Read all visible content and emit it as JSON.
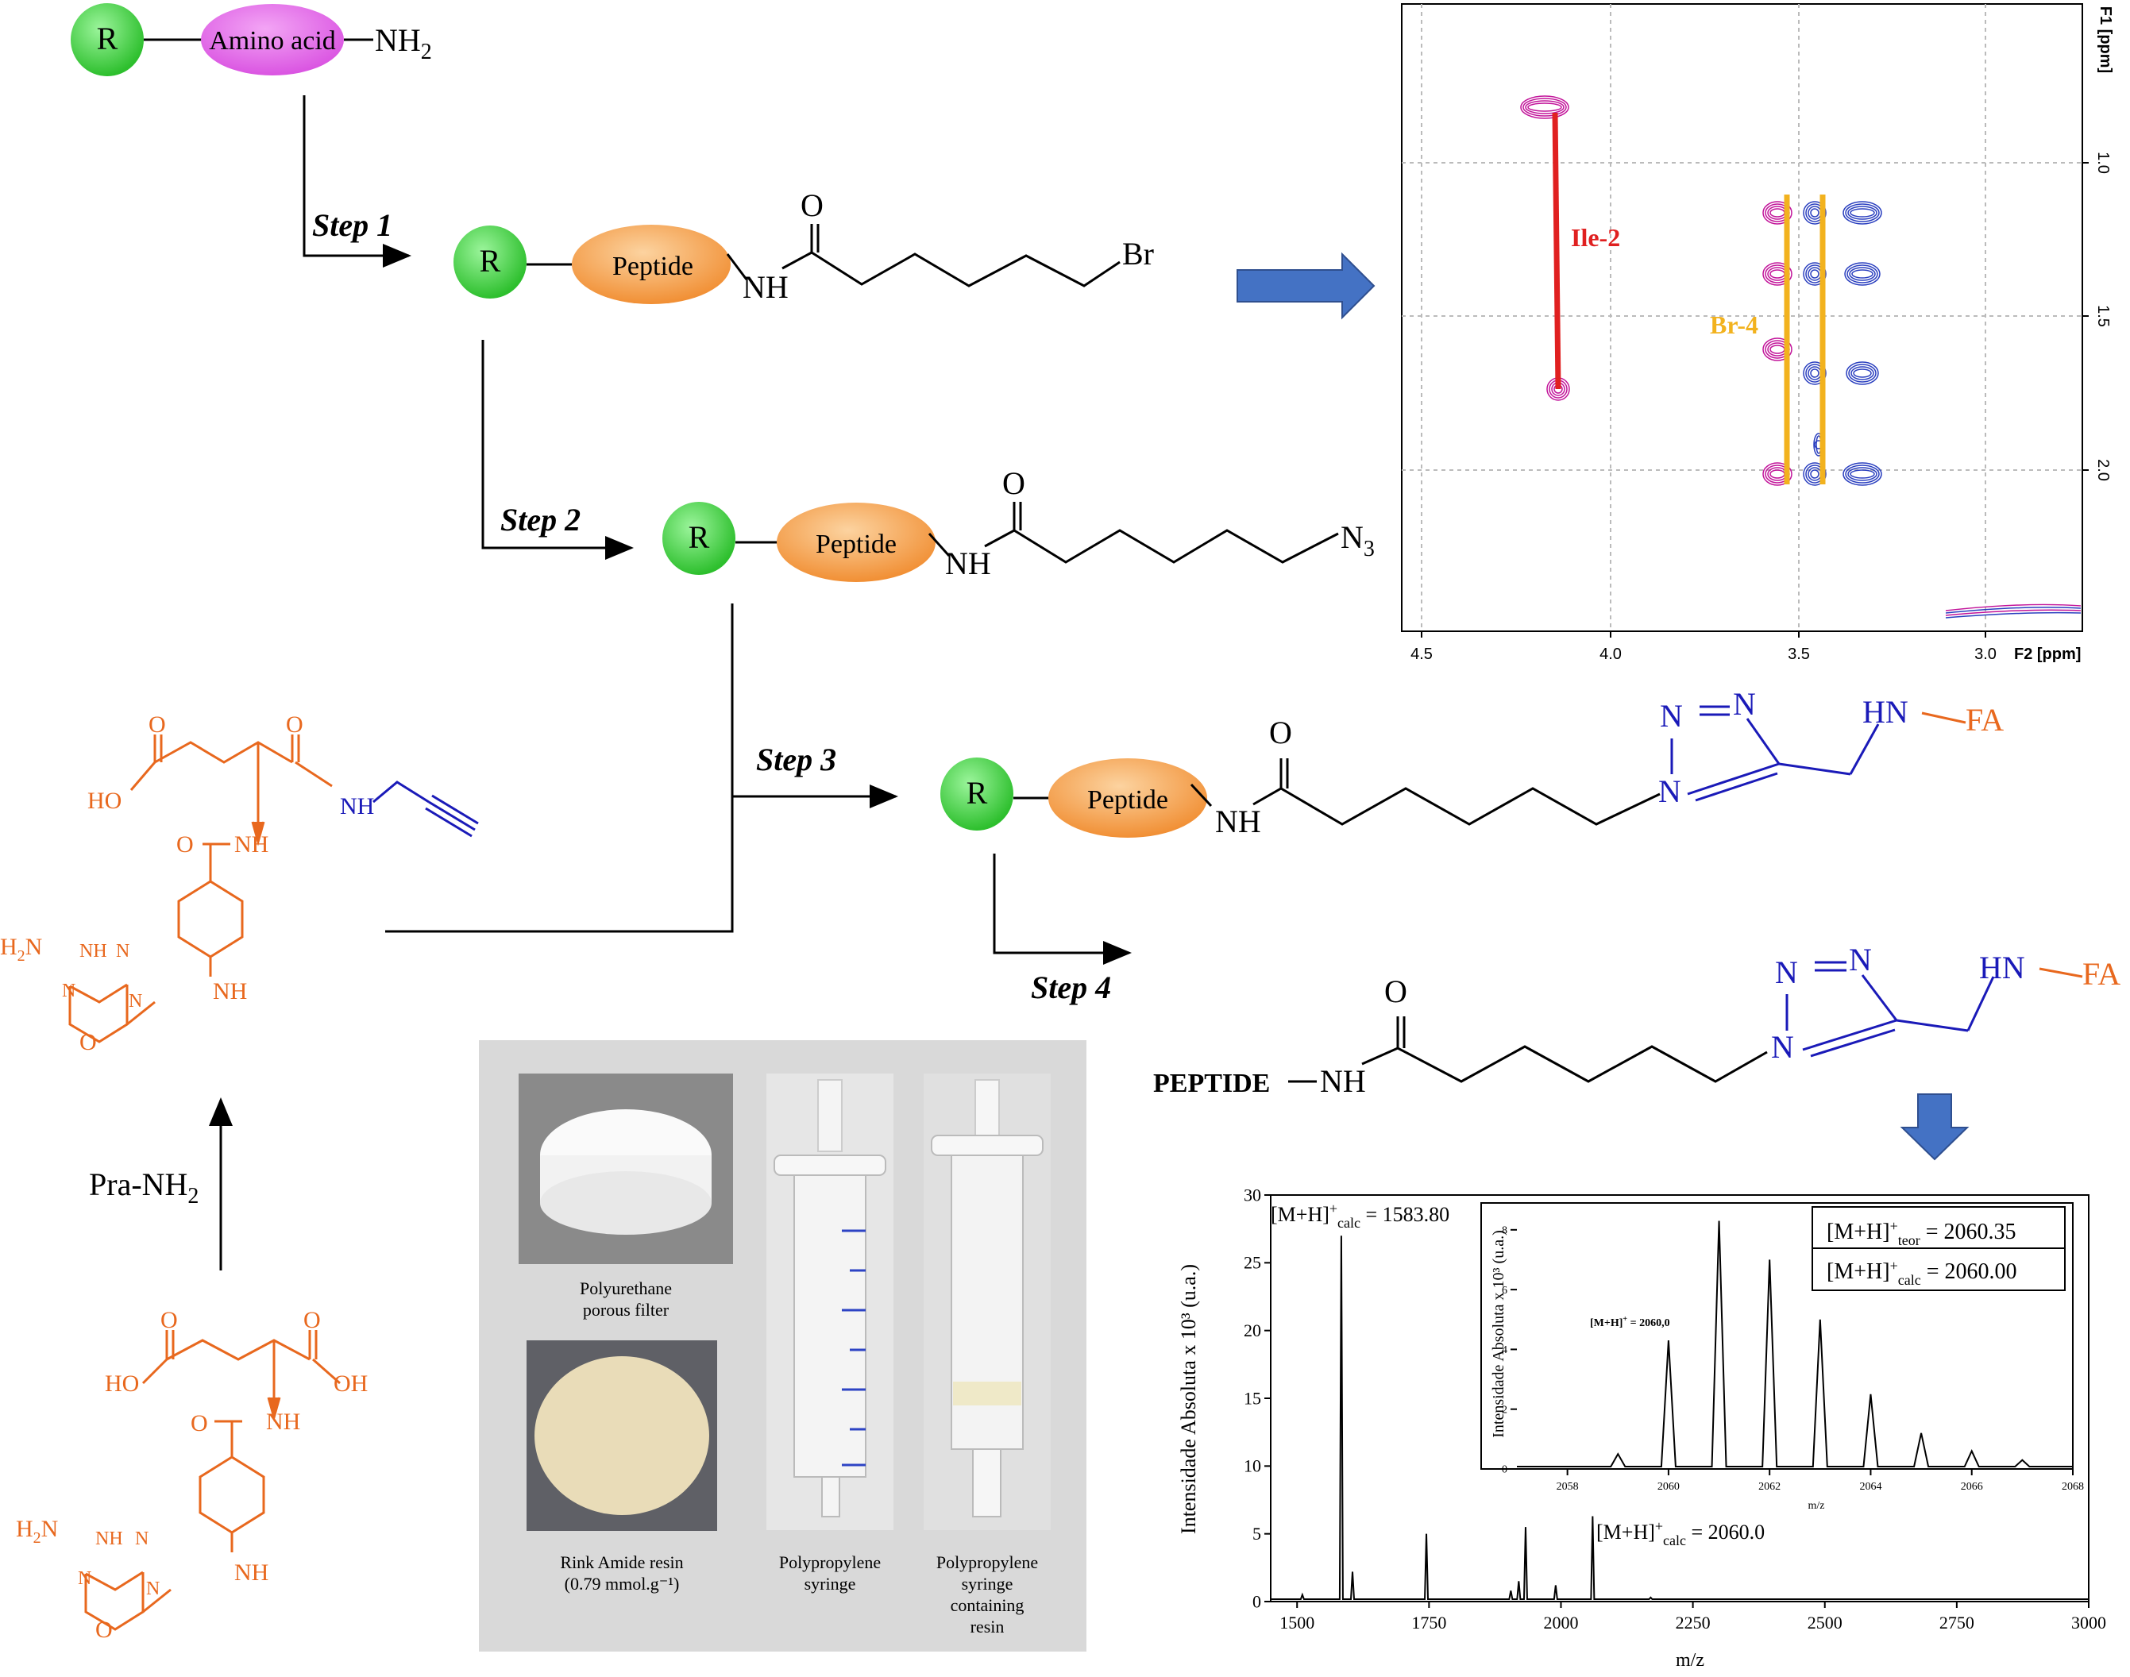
{
  "scheme": {
    "start": {
      "r": "R",
      "amino_acid": "Amino acid",
      "nh2": "NH",
      "nh2_sub": "2"
    },
    "steps": [
      "Step 1",
      "Step 2",
      "Step 3",
      "Step 4"
    ],
    "r_label": "R",
    "peptide_label": "Peptide",
    "o_label": "O",
    "nh_label": "NH",
    "br_label": "Br",
    "n3_label": "N",
    "n3_sub": "3",
    "n_label": "N",
    "hn_label": "HN",
    "fa_label": "FA",
    "final_peptide": "PEPTIDE",
    "pra": "Pra-NH",
    "pra_sub": "2"
  },
  "reagents": {
    "ho": "HO",
    "oh": "OH",
    "h2n": "H",
    "h2n_tail": "N",
    "h2n_sub": "2",
    "nh": "NH",
    "n": "N",
    "o": "O"
  },
  "nmr": {
    "f1_axis": "F1 [ppm]",
    "f2_axis": "F2 [ppm]",
    "x_ticks": [
      "4.5",
      "4.0",
      "3.5",
      "3.0"
    ],
    "y_ticks": [
      "1.0",
      "1.5",
      "2.0"
    ],
    "ile_label": "Ile-2",
    "br_label": "Br-4",
    "colors": {
      "ile": "#e02020",
      "br": "#f2b21e",
      "pos": "#2a3fbf",
      "neg": "#c2149a"
    }
  },
  "photos": {
    "filter": "Polyurethane\nporous filter",
    "resin": "Rink Amide resin\n(0.79 mmol.g⁻¹)",
    "syringe": "Polypropylene\nsyringe",
    "syringe_resin": "Polypropylene\nsyringe\ncontaining\nresin"
  },
  "chart_data": [
    {
      "type": "line",
      "xlabel": "m/z",
      "ylabel": "Intensidade Absoluta x 10³ (u.a.)",
      "xlim": [
        1450,
        3000
      ],
      "ylim": [
        0,
        30
      ],
      "x_ticks": [
        1500,
        1750,
        2000,
        2250,
        2500,
        2750,
        3000
      ],
      "y_ticks": [
        0,
        5,
        10,
        15,
        20,
        25,
        30
      ],
      "annotations": [
        "[M+H]⁺calc = 1583.80",
        "[M+H]⁺calc = 2060.0"
      ],
      "peaks": [
        {
          "x": 1510,
          "y": 0.5
        },
        {
          "x": 1583.8,
          "y": 27.0
        },
        {
          "x": 1605,
          "y": 2.2
        },
        {
          "x": 1745,
          "y": 5.0
        },
        {
          "x": 1905,
          "y": 0.8
        },
        {
          "x": 1920,
          "y": 1.5
        },
        {
          "x": 1933,
          "y": 5.5
        },
        {
          "x": 1990,
          "y": 1.2
        },
        {
          "x": 2060,
          "y": 6.3
        },
        {
          "x": 2170,
          "y": 0.3
        }
      ]
    },
    {
      "type": "line",
      "xlabel": "m/z",
      "ylabel": "Intensidade Absoluta x 10³ (u.a.)",
      "xlim": [
        2057,
        2068
      ],
      "ylim": [
        0,
        8.5
      ],
      "x_ticks": [
        2058,
        2060,
        2062,
        2064,
        2066,
        2068
      ],
      "y_ticks": [
        0,
        2,
        4,
        6,
        8
      ],
      "annotations": [
        "[M+H]⁺ = 2060,0",
        "[M+H]⁺teor = 2060.35",
        "[M+H]⁺calc = 2060.00"
      ],
      "peaks": [
        {
          "x": 2059,
          "y": 0.5
        },
        {
          "x": 2060,
          "y": 4.3
        },
        {
          "x": 2061,
          "y": 8.3
        },
        {
          "x": 2062,
          "y": 7.0
        },
        {
          "x": 2063,
          "y": 5.0
        },
        {
          "x": 2064,
          "y": 2.5
        },
        {
          "x": 2065,
          "y": 1.2
        },
        {
          "x": 2066,
          "y": 0.6
        },
        {
          "x": 2067,
          "y": 0.3
        }
      ]
    }
  ],
  "colors": {
    "orange": "#e8681e",
    "blue": "#1a1ab8",
    "green": "#3cc83c",
    "magenta": "#e060e8",
    "peptide": "#f5a55a"
  }
}
